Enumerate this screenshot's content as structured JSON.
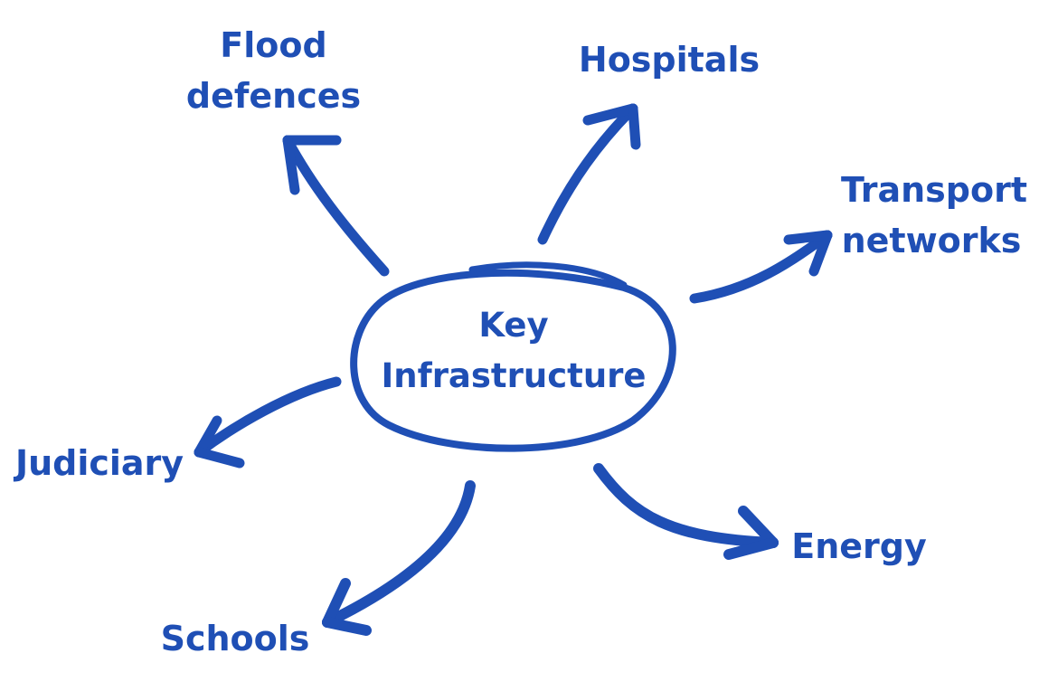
{
  "colors": {
    "ink": "#1f4fb5"
  },
  "center": {
    "line1": "Key",
    "line2": "Infrastructure"
  },
  "nodes": {
    "flood_defences": [
      "Flood",
      "defences"
    ],
    "hospitals": "Hospitals",
    "transport_networks": [
      "Transport",
      "networks"
    ],
    "judiciary": "Judiciary",
    "schools": "Schools",
    "energy": "Energy"
  }
}
